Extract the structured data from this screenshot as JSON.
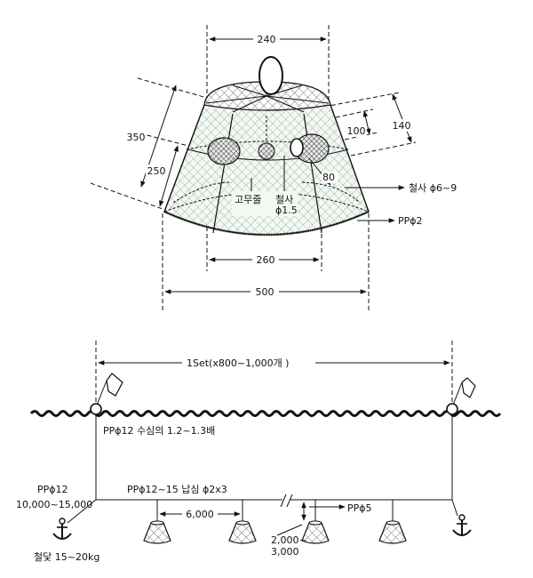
{
  "trap": {
    "dim_top": "240",
    "dim_slant": "350",
    "dim_side": "250",
    "dim_140": "140",
    "dim_100": "100",
    "dim_80": "80",
    "label_rubber": "고무줄",
    "label_wire": "철사",
    "label_wire_size": "ϕ1.5",
    "label_frame_wire": "철사 ϕ6~9",
    "label_pp2": "PPϕ2",
    "dim_bottom_inner": "260",
    "dim_bottom": "500"
  },
  "rig": {
    "set_label": "1Set(x800~1,000개 )",
    "float_line": "PPϕ12 수심의 1.2~1.3배",
    "anchor_line_1": "PPϕ12",
    "anchor_line_2": "10,000~15,000",
    "main_line": "PPϕ12~15  납심 ϕ2x3",
    "spacing": "6,000",
    "branch_line": "PPϕ5",
    "branch_len_1": "2,000~",
    "branch_len_2": "3,000",
    "anchor_weight": "철닻 15~20kg"
  }
}
